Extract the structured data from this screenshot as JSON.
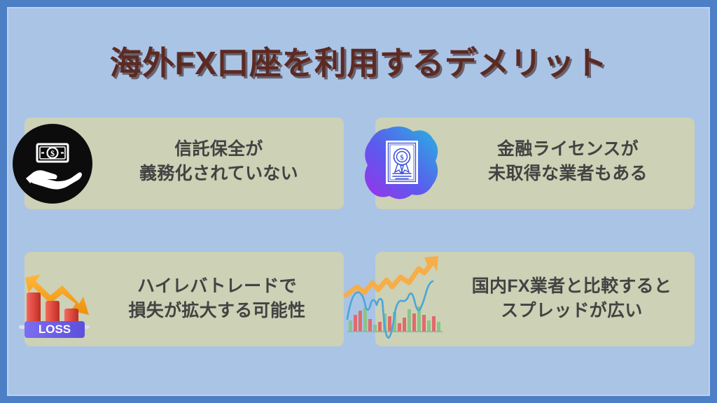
{
  "page": {
    "title": "海外FX口座を利用するデメリット",
    "background_outer_color": "#4d7fc7",
    "background_inner_color": "#aac4e5",
    "card_color": "#cdd1b5",
    "title_color": "#5c2a22",
    "text_color": "#434343"
  },
  "cards": [
    {
      "id": "trust-preservation",
      "icon_name": "hand-holding-money-icon",
      "line1": "信託保全が",
      "line2": "義務化されていない",
      "text": "信託保全が\n義務化されていない"
    },
    {
      "id": "financial-license",
      "icon_name": "certificate-license-icon",
      "line1": "金融ライセンスが",
      "line2": "未取得な業者もある",
      "text": "金融ライセンスが\n未取得な業者もある"
    },
    {
      "id": "high-leverage-loss",
      "icon_name": "loss-chart-icon",
      "icon_label": "LOSS",
      "line1": "ハイレバトレードで",
      "line2": "損失が拡大する可能性",
      "text": "ハイレバトレードで\n損失が拡大する可能性"
    },
    {
      "id": "wide-spread",
      "icon_name": "rising-trend-chart-icon",
      "line1": "国内FX業者と比較すると",
      "line2": "スプレッドが広い",
      "text": "国内FX業者と比較すると\nスプレッドが広い"
    }
  ]
}
